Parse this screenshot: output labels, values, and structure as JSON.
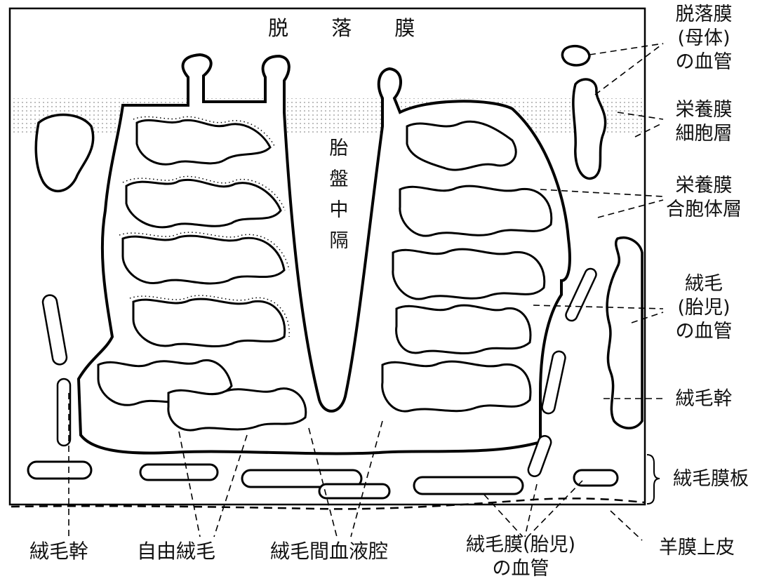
{
  "diagram": {
    "top_title": "脱 落 膜",
    "septum_chars": [
      "胎",
      "盤",
      "中",
      "隔"
    ],
    "right_labels": {
      "maternal_vessels": [
        "脱落膜",
        "(母体)",
        "の血管"
      ],
      "cytotrophoblast": [
        "栄養膜",
        "細胞層"
      ],
      "syncytiotrophoblast": [
        "栄養膜",
        "合胞体層"
      ],
      "fetal_villus_vessels": [
        "絨毛",
        "(胎児)",
        "の血管"
      ],
      "stem_villus": [
        "絨毛幹"
      ],
      "chorionic_plate": [
        "絨毛膜板"
      ],
      "amnion_epithelium": [
        "羊膜上皮"
      ]
    },
    "bottom_labels": {
      "stem_villus": "絨毛幹",
      "free_villi": "自由絨毛",
      "intervillous_space": "絨毛間血液腔",
      "chorionic_vessels": [
        "絨毛膜(胎児)",
        "の血管"
      ]
    }
  }
}
